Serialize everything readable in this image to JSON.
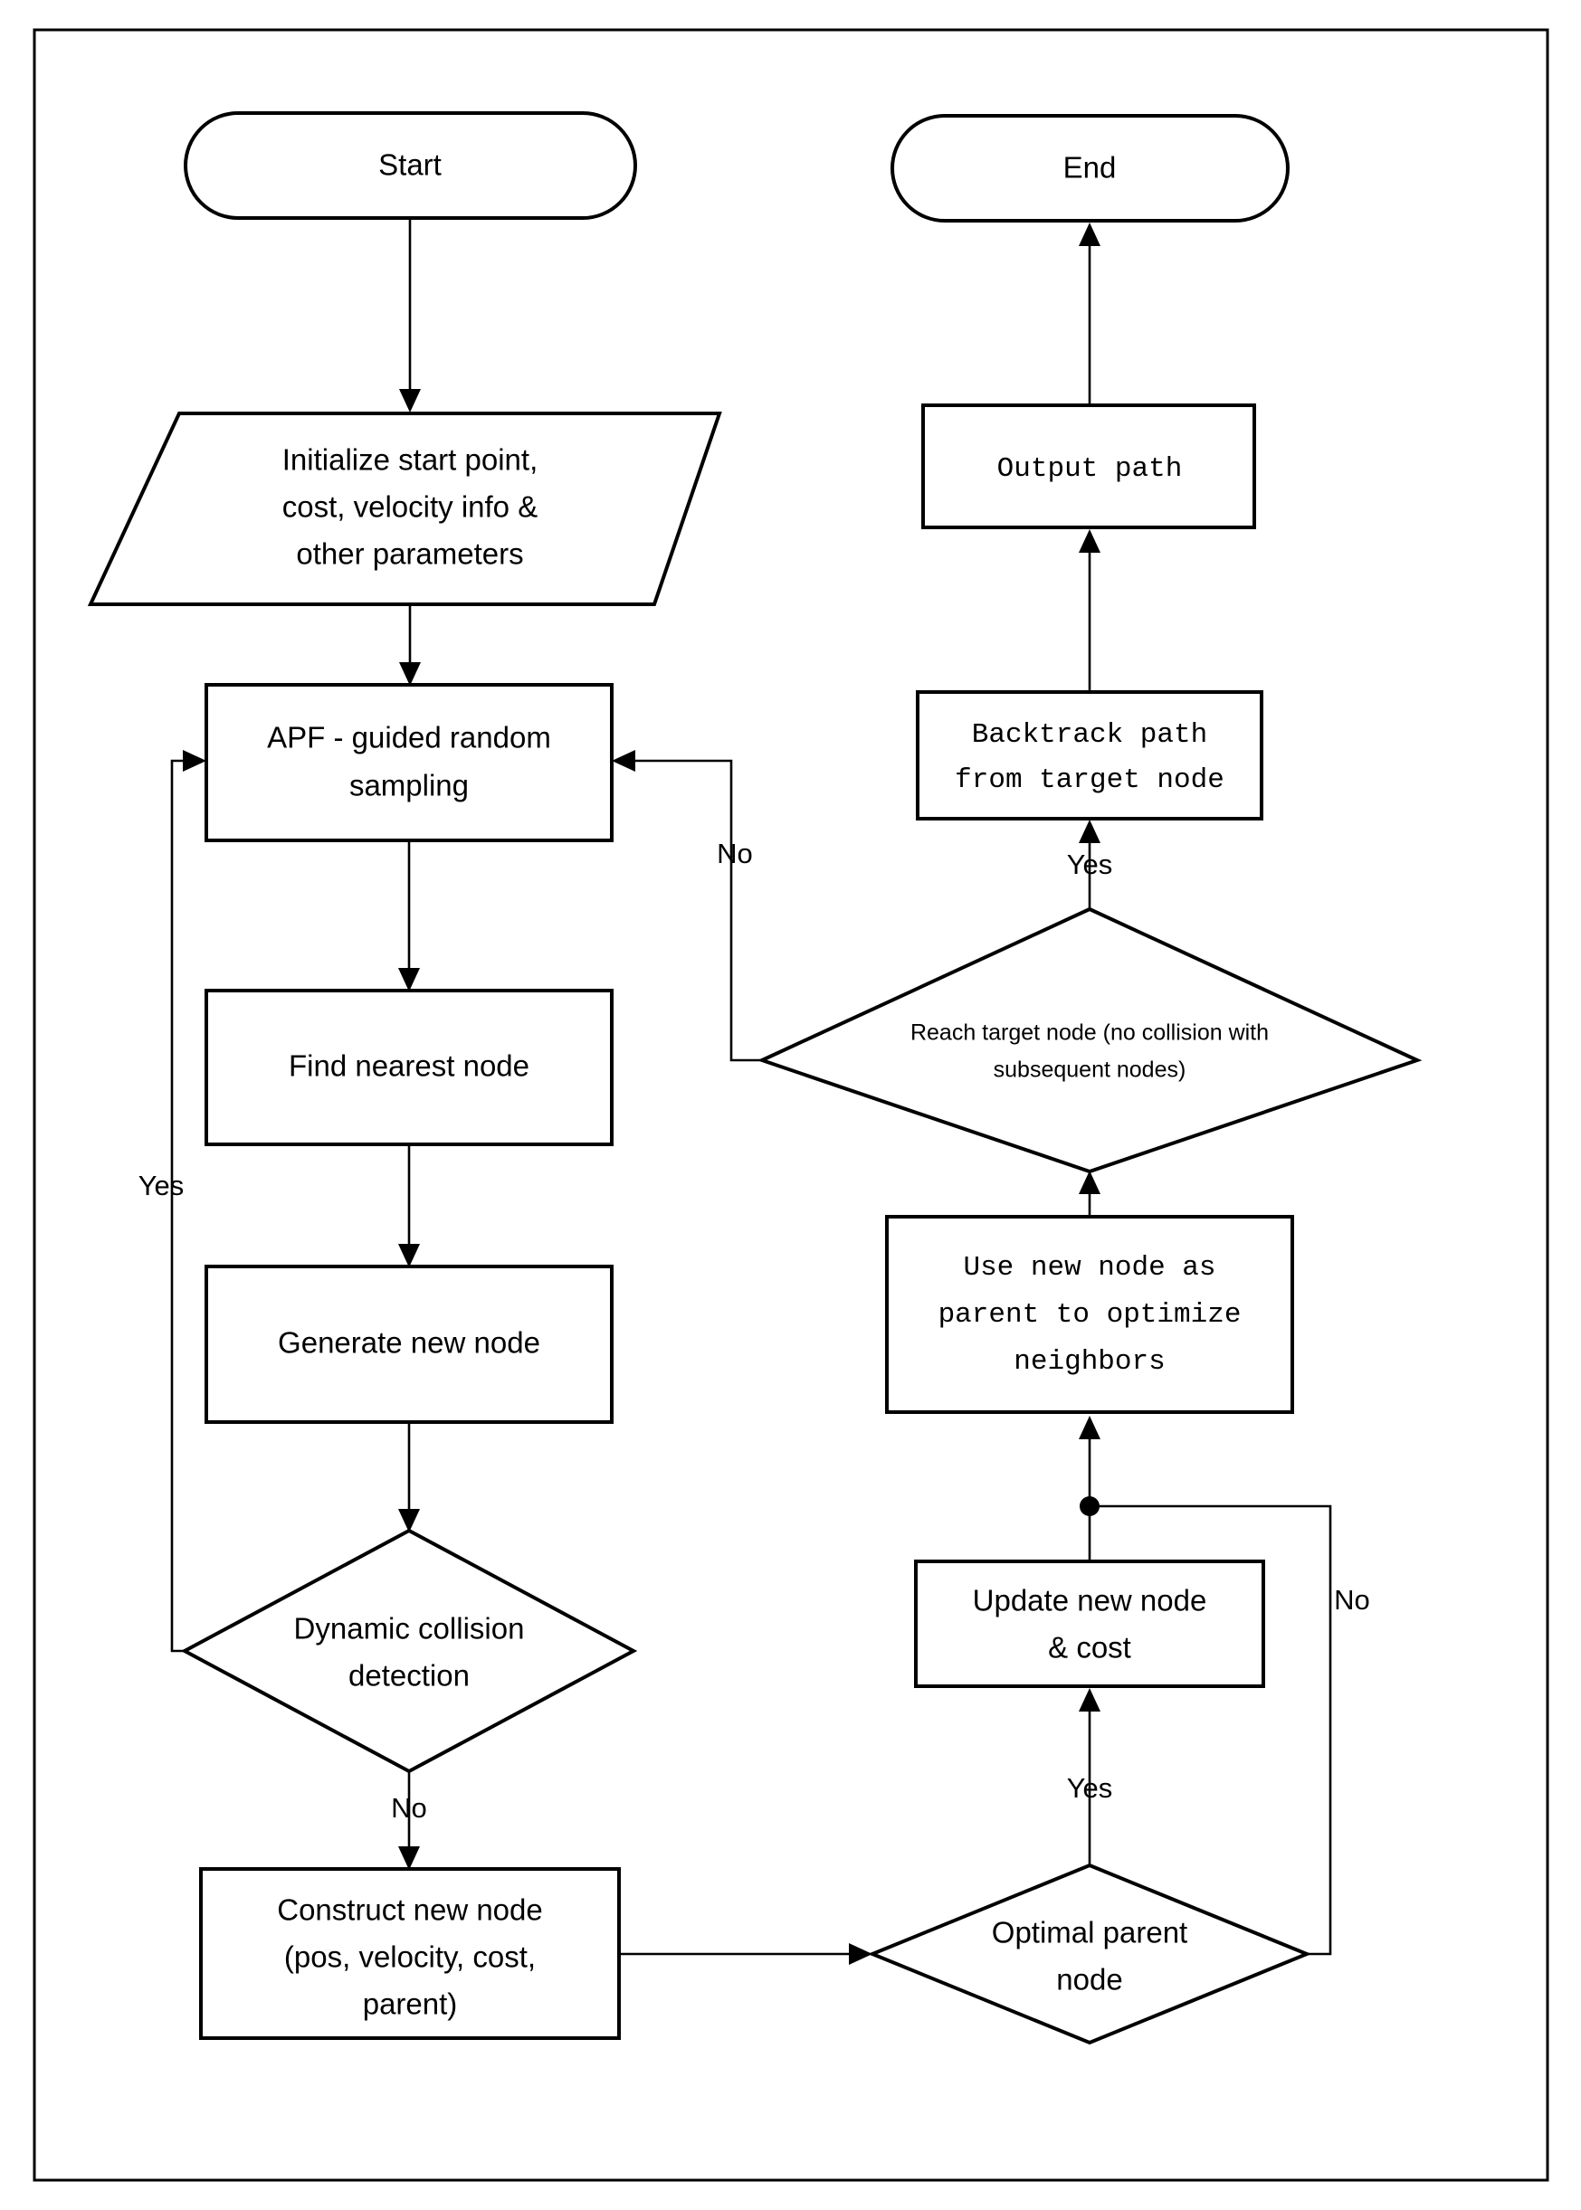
{
  "diagram": {
    "title": "APF-guided RRT* path planning flowchart",
    "background_color": "#ffffff",
    "line_color": "#000000",
    "nodes": {
      "start": {
        "label": "Start",
        "shape": "terminator"
      },
      "initialize": {
        "shape": "parallelogram",
        "line1": "Initialize start point,",
        "line2": "cost, velocity info &",
        "line3": "other parameters"
      },
      "apf_sampling": {
        "shape": "process",
        "line1": "APF - guided random",
        "line2": "sampling"
      },
      "find_nearest": {
        "shape": "process",
        "line1": "Find nearest node"
      },
      "generate_new": {
        "shape": "process",
        "line1": "Generate new node"
      },
      "collision": {
        "shape": "decision",
        "line1": "Dynamic collision",
        "line2": "detection"
      },
      "construct_new": {
        "shape": "process",
        "line1": "Construct new node",
        "line2": "(pos, velocity, cost,",
        "line3": "parent)"
      },
      "optimal_parent": {
        "shape": "decision",
        "line1": "Optimal parent",
        "line2": "node"
      },
      "update_new": {
        "shape": "process",
        "line1": "Update new node",
        "line2": "& cost"
      },
      "use_new_node": {
        "shape": "process",
        "line1": "Use new node as",
        "line2": "parent to optimize",
        "line3": "neighbors"
      },
      "reach_target": {
        "shape": "decision",
        "line1": "Reach target node (no collision with",
        "line2": "subsequent nodes)"
      },
      "backtrack": {
        "shape": "process",
        "line1": "Backtrack path",
        "line2": "from target node"
      },
      "output_path": {
        "shape": "process",
        "line1": "Output path"
      },
      "end": {
        "label": "End",
        "shape": "terminator"
      }
    },
    "edge_labels": {
      "collision_yes": "Yes",
      "collision_no": "No",
      "optimal_parent_yes": "Yes",
      "optimal_parent_no": "No",
      "reach_target_yes": "Yes",
      "reach_target_no": "No"
    }
  }
}
